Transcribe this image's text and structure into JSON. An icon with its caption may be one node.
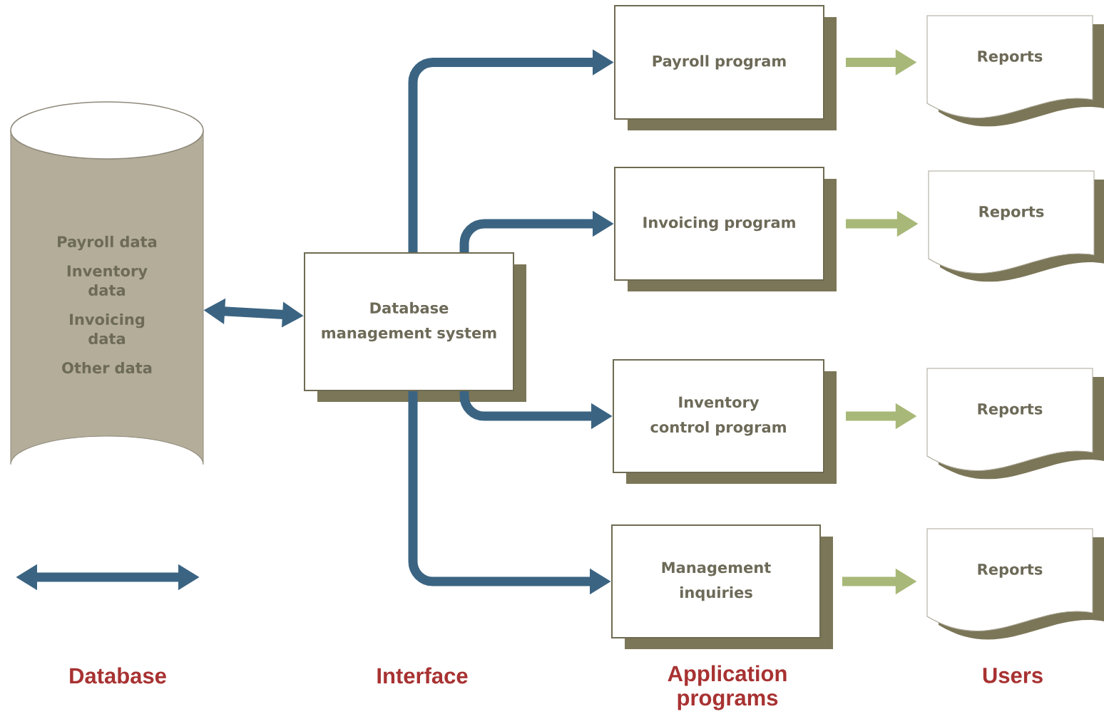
{
  "diagram": {
    "nodes": [
      {
        "text": [
          "Payroll data",
          "Inventory data",
          "Invoicing data",
          "Other data"
        ]
      },
      {
        "text": [
          "Database management system"
        ]
      },
      {
        "text": [
          "Payroll program"
        ]
      },
      {
        "text": [
          "Invoicing program"
        ]
      },
      {
        "text": [
          "Inventory control program"
        ]
      },
      {
        "text": [
          "Management inquiries"
        ]
      },
      {
        "text": [
          "Reports"
        ]
      },
      {
        "text": [
          "Reports"
        ]
      },
      {
        "text": [
          "Reports"
        ]
      },
      {
        "text": [
          "Reports"
        ]
      }
    ],
    "edges": [
      {
        "from": 0,
        "to": 1,
        "arrow": "both"
      },
      {
        "from": 1,
        "to": 2,
        "arrow": "to"
      },
      {
        "from": 1,
        "to": 3,
        "arrow": "to"
      },
      {
        "from": 1,
        "to": 4,
        "arrow": "to"
      },
      {
        "from": 1,
        "to": 5,
        "arrow": "to"
      },
      {
        "from": 2,
        "to": 6,
        "arrow": "to",
        "color": "#a8b878"
      },
      {
        "from": 3,
        "to": 7,
        "arrow": "to",
        "color": "#a8b878"
      },
      {
        "from": 4,
        "to": 8,
        "arrow": "to",
        "color": "#a8b878"
      },
      {
        "from": 5,
        "to": 9,
        "arrow": "to",
        "color": "#a8b878"
      }
    ],
    "labels": [
      "Database",
      "Interface",
      "Application programs",
      "Users"
    ]
  }
}
